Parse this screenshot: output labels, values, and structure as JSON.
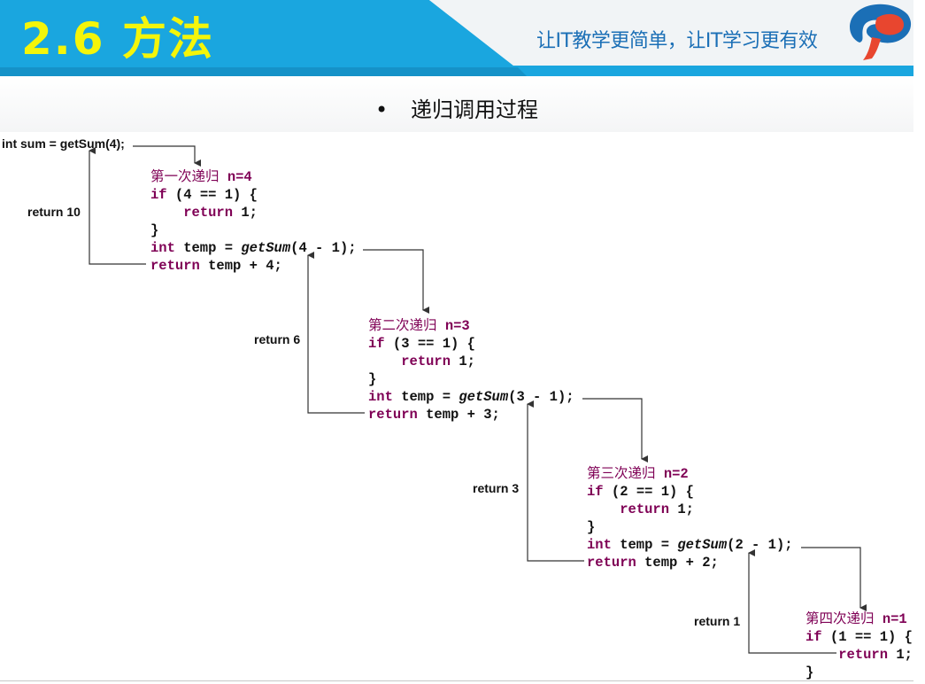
{
  "header": {
    "title": "2.6 方法",
    "slogan": "让IT教学更简单，让IT学习更有效",
    "colors": {
      "band": "#1aa6df",
      "title": "#f4f50a",
      "slogan": "#1b6fb6",
      "logo_red": "#e8462f",
      "logo_blue": "#1b6fb6"
    }
  },
  "subtitle": {
    "bullet": "•",
    "text": "递归调用过程"
  },
  "entry_call": "int sum = getSum(4);",
  "returns": {
    "r10": "return 10",
    "r6": "return 6",
    "r3": "return 3",
    "r1": "return 1"
  },
  "blocks": [
    {
      "heading_cn": "第一次递归",
      "heading_n": "n=4",
      "if_kw": "if",
      "if_rest": " (4 == 1) {",
      "ret_kw": "return",
      "ret_rest": " 1;",
      "close": "}",
      "int_kw": "int",
      "temp_pre": " temp = ",
      "call_fn": "getSum",
      "call_args": "(4 - 1);",
      "ret2_kw": "return",
      "ret2_rest": " temp + 4;"
    },
    {
      "heading_cn": "第二次递归",
      "heading_n": "n=3",
      "if_kw": "if",
      "if_rest": " (3 == 1) {",
      "ret_kw": "return",
      "ret_rest": " 1;",
      "close": "}",
      "int_kw": "int",
      "temp_pre": " temp = ",
      "call_fn": "getSum",
      "call_args": "(3 - 1);",
      "ret2_kw": "return",
      "ret2_rest": " temp + 3;"
    },
    {
      "heading_cn": "第三次递归",
      "heading_n": "n=2",
      "if_kw": "if",
      "if_rest": " (2 == 1) {",
      "ret_kw": "return",
      "ret_rest": " 1;",
      "close": "}",
      "int_kw": "int",
      "temp_pre": " temp = ",
      "call_fn": "getSum",
      "call_args": "(2 - 1);",
      "ret2_kw": "return",
      "ret2_rest": " temp + 2;"
    },
    {
      "heading_cn": "第四次递归",
      "heading_n": "n=1",
      "if_kw": "if",
      "if_rest": " (1 == 1) {",
      "ret_kw": "return",
      "ret_rest": " 1;",
      "close": "}"
    }
  ]
}
